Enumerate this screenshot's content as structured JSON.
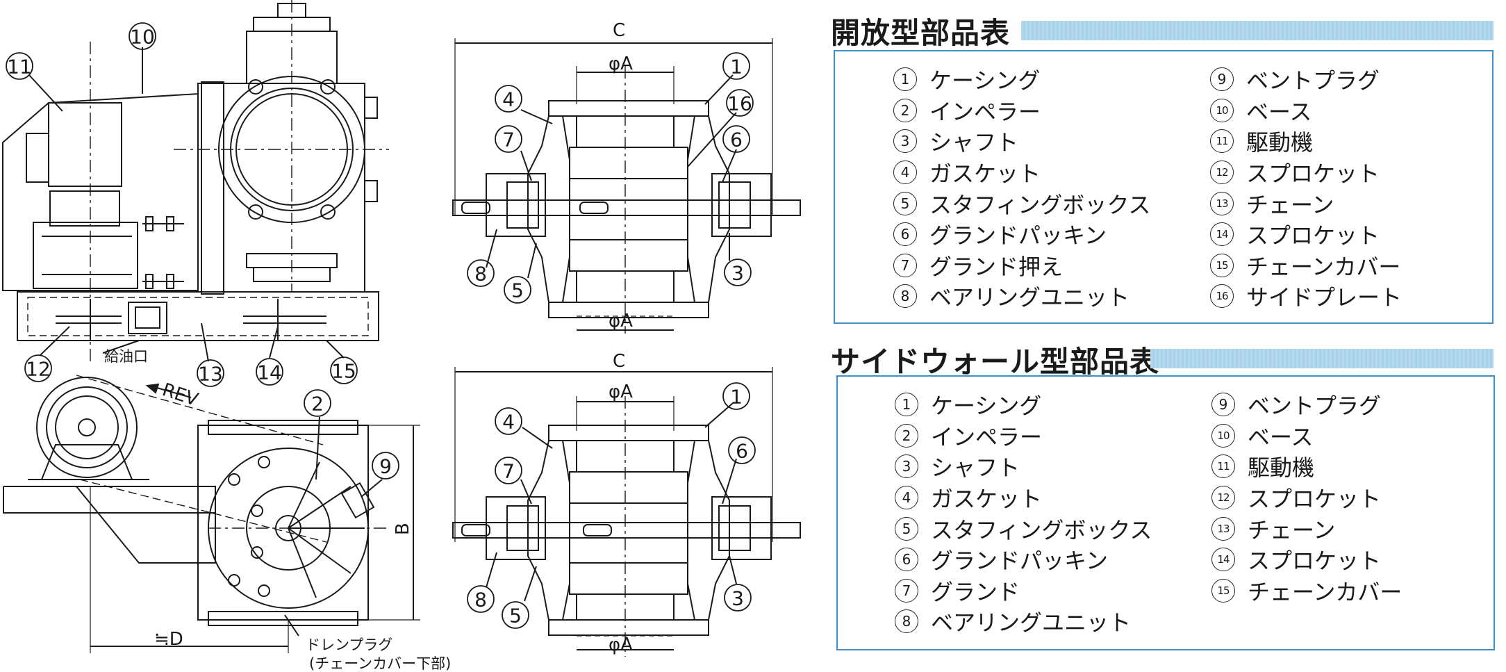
{
  "callouts": {
    "n1": "1",
    "n2": "2",
    "n3": "3",
    "n4": "4",
    "n5": "5",
    "n6": "6",
    "n7": "7",
    "n8": "8",
    "n9": "9",
    "n10": "10",
    "n11": "11",
    "n12": "12",
    "n13": "13",
    "n14": "14",
    "n15": "15",
    "n16": "16"
  },
  "dimensions": {
    "c": "C",
    "phi_a": "φA",
    "b": "B",
    "d": "≒D",
    "rev": "REV"
  },
  "labels": {
    "oil_inlet": "給油口",
    "drain_plug": "ドレンプラグ",
    "drain_note": "(チェーンカバー下部)"
  },
  "open_table": {
    "title": "開放型部品表",
    "items": [
      {
        "no": "1",
        "name": "ケーシング"
      },
      {
        "no": "2",
        "name": "インペラー"
      },
      {
        "no": "3",
        "name": "シャフト"
      },
      {
        "no": "4",
        "name": "ガスケット"
      },
      {
        "no": "5",
        "name": "スタフィングボックス"
      },
      {
        "no": "6",
        "name": "グランドパッキン"
      },
      {
        "no": "7",
        "name": "グランド押え"
      },
      {
        "no": "8",
        "name": "ベアリングユニット"
      },
      {
        "no": "9",
        "name": "ベントプラグ"
      },
      {
        "no": "10",
        "name": "ベース"
      },
      {
        "no": "11",
        "name": "駆動機"
      },
      {
        "no": "12",
        "name": "スプロケット"
      },
      {
        "no": "13",
        "name": "チェーン"
      },
      {
        "no": "14",
        "name": "スプロケット"
      },
      {
        "no": "15",
        "name": "チェーンカバー"
      },
      {
        "no": "16",
        "name": "サイドプレート"
      }
    ]
  },
  "sidewall_table": {
    "title": "サイドウォール型部品表",
    "items": [
      {
        "no": "1",
        "name": "ケーシング"
      },
      {
        "no": "2",
        "name": "インペラー"
      },
      {
        "no": "3",
        "name": "シャフト"
      },
      {
        "no": "4",
        "name": "ガスケット"
      },
      {
        "no": "5",
        "name": "スタフィングボックス"
      },
      {
        "no": "6",
        "name": "グランドパッキン"
      },
      {
        "no": "7",
        "name": "グランド"
      },
      {
        "no": "8",
        "name": "ベアリングユニット"
      },
      {
        "no": "9",
        "name": "ベントプラグ"
      },
      {
        "no": "10",
        "name": "ベース"
      },
      {
        "no": "11",
        "name": "駆動機"
      },
      {
        "no": "12",
        "name": "スプロケット"
      },
      {
        "no": "13",
        "name": "チェーン"
      },
      {
        "no": "14",
        "name": "スプロケット"
      },
      {
        "no": "15",
        "name": "チェーンカバー"
      }
    ]
  },
  "colors": {
    "frame_blue": "#3f90c8",
    "bar_blue": "#b4d9ef",
    "ink": "#1a1a1a"
  }
}
